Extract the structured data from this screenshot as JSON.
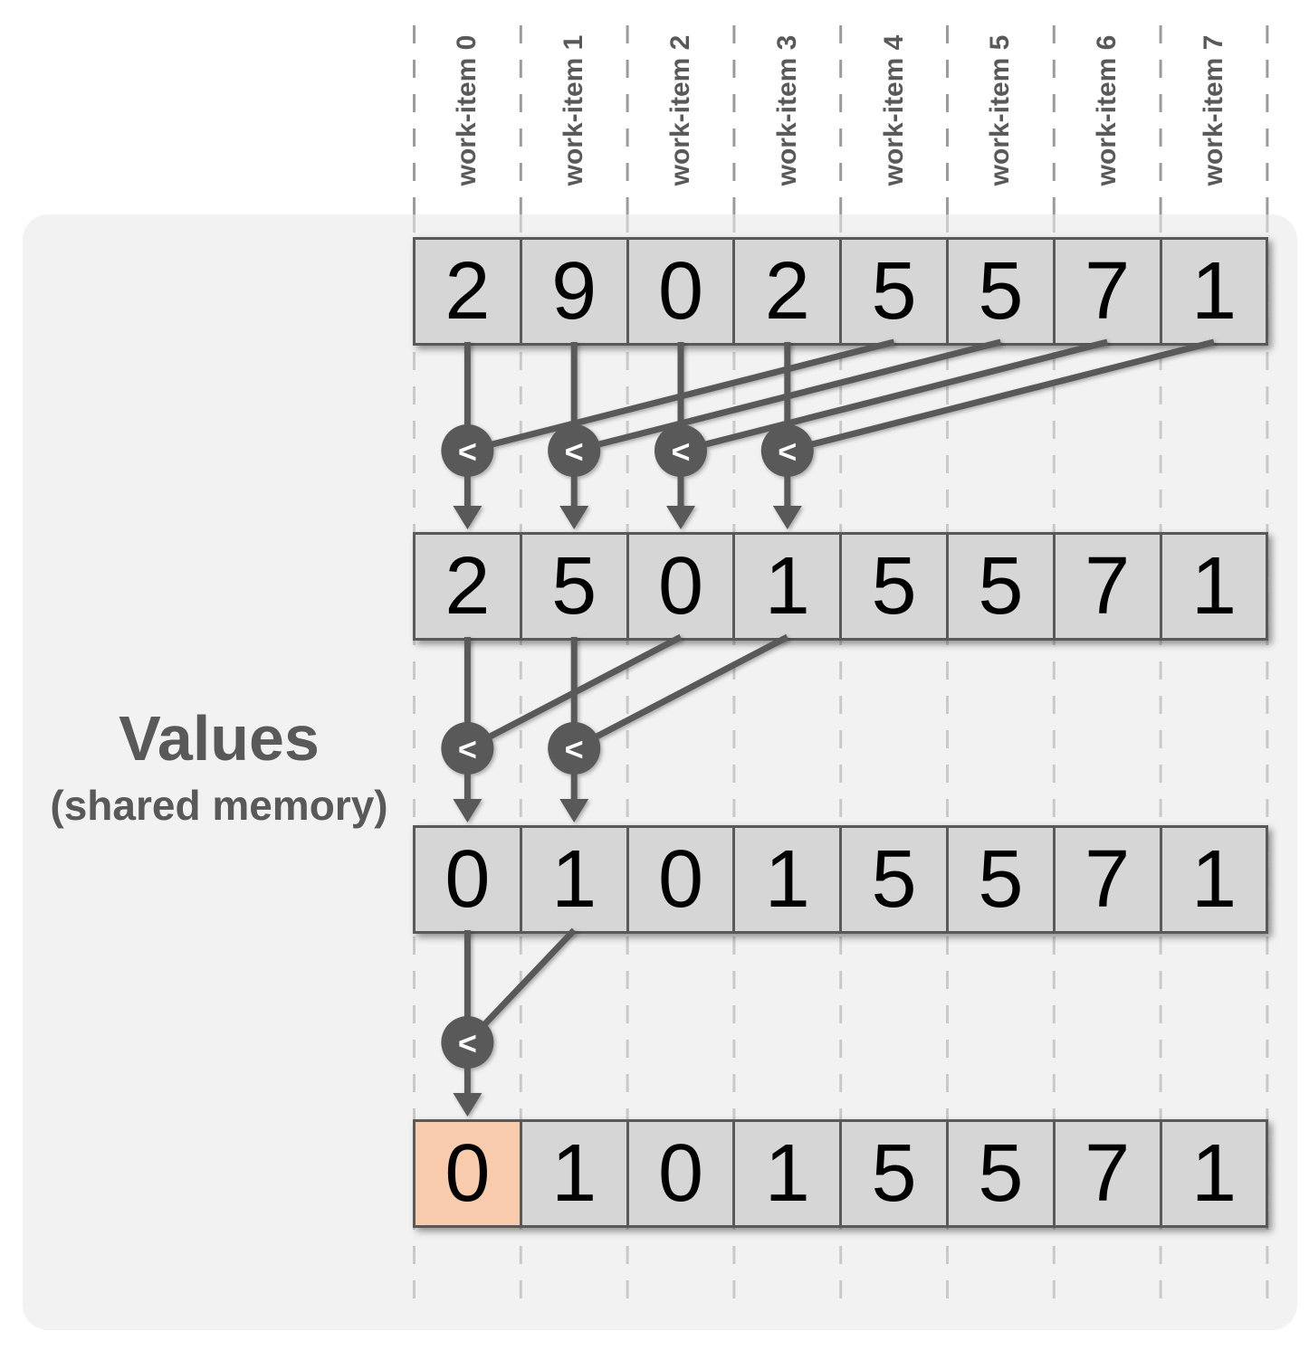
{
  "title": {
    "label": "Values",
    "sublabel": "(shared memory)"
  },
  "columns": [
    "work-item 0",
    "work-item 1",
    "work-item 2",
    "work-item 3",
    "work-item 4",
    "work-item 5",
    "work-item 6",
    "work-item 7"
  ],
  "rows": [
    {
      "values": [
        "2",
        "9",
        "0",
        "2",
        "5",
        "5",
        "7",
        "1"
      ],
      "highlight": []
    },
    {
      "values": [
        "2",
        "5",
        "0",
        "1",
        "5",
        "5",
        "7",
        "1"
      ],
      "highlight": []
    },
    {
      "values": [
        "0",
        "1",
        "0",
        "1",
        "5",
        "5",
        "7",
        "1"
      ],
      "highlight": []
    },
    {
      "values": [
        "0",
        "1",
        "0",
        "1",
        "5",
        "5",
        "7",
        "1"
      ],
      "highlight": [
        0
      ]
    }
  ],
  "stages": [
    {
      "operator": "<",
      "comparators": [
        {
          "target": 0,
          "source": 4
        },
        {
          "target": 1,
          "source": 5
        },
        {
          "target": 2,
          "source": 6
        },
        {
          "target": 3,
          "source": 7
        }
      ]
    },
    {
      "operator": "<",
      "comparators": [
        {
          "target": 0,
          "source": 2
        },
        {
          "target": 1,
          "source": 3
        }
      ]
    },
    {
      "operator": "<",
      "comparators": [
        {
          "target": 0,
          "source": 1
        }
      ]
    }
  ],
  "colors": {
    "panel_bg": "#f2f2f2",
    "cell_fill": "#d6d6d6",
    "cell_border": "#595959",
    "highlight_fill": "#f8cbad",
    "connector": "#595959",
    "label_text": "#595959",
    "value_text": "#000000",
    "dash_above_panel": "#9b9b9b",
    "dash_in_panel": "#c9c9c9"
  }
}
